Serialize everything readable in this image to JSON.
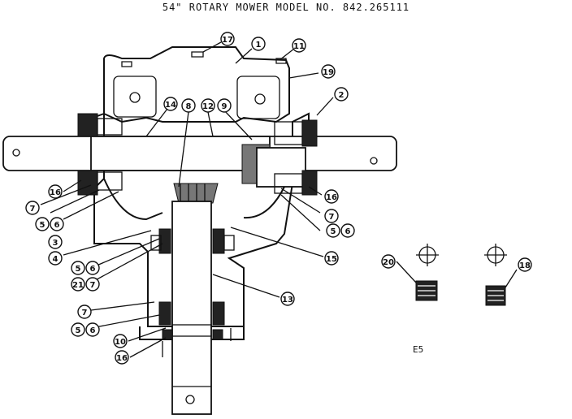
{
  "title": "54\" ROTARY MOWER MODEL NO. 842.265111",
  "section_code": "E5",
  "callouts": {
    "c1": "1",
    "c2": "2",
    "c3": "3",
    "c4": "4",
    "c5a": "5",
    "c6a": "6",
    "c5b": "5",
    "c6b": "6",
    "c5c": "5",
    "c6c": "6",
    "c5d": "5",
    "c6d": "6",
    "c7a": "7",
    "c7b": "7",
    "c7c": "7",
    "c7d": "7",
    "c8": "8",
    "c9": "9",
    "c10": "10",
    "c11": "11",
    "c12": "12",
    "c13": "13",
    "c14": "14",
    "c15": "15",
    "c16a": "16",
    "c16b": "16",
    "c16c": "16",
    "c17": "17",
    "c18": "18",
    "c19": "19",
    "c20": "20",
    "c21": "21"
  }
}
